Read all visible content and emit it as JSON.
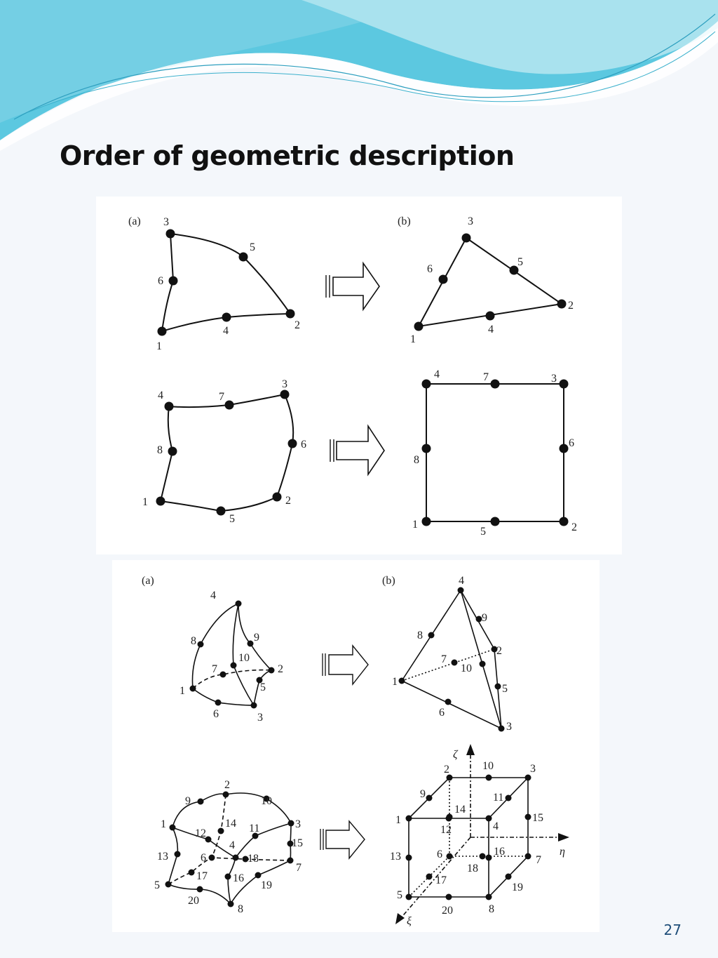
{
  "slide": {
    "title": "Order of geometric description",
    "page_number": "27",
    "colors": {
      "wave": "#4fc3dd",
      "wave_light": "#a6e3ef",
      "background": "#f4f7fb",
      "title": "#111111"
    }
  },
  "top_figure": {
    "label_a": "(a)",
    "label_b": "(b)",
    "curved_triangle": {
      "nodes": [
        "1",
        "2",
        "3",
        "4",
        "5",
        "6"
      ]
    },
    "straight_triangle": {
      "nodes": [
        "1",
        "2",
        "3",
        "4",
        "5",
        "6"
      ]
    },
    "curved_quad": {
      "nodes": [
        "1",
        "2",
        "3",
        "4",
        "5",
        "6",
        "7",
        "8"
      ]
    },
    "straight_quad": {
      "nodes": [
        "1",
        "2",
        "3",
        "4",
        "5",
        "6",
        "7",
        "8"
      ]
    }
  },
  "bottom_figure": {
    "label_a": "(a)",
    "label_b": "(b)",
    "curved_tetra": {
      "nodes": [
        "1",
        "2",
        "3",
        "4",
        "5",
        "6",
        "7",
        "8",
        "9",
        "10"
      ]
    },
    "straight_tetra": {
      "nodes": [
        "1",
        "2",
        "3",
        "4",
        "5",
        "6",
        "7",
        "8",
        "9",
        "10"
      ]
    },
    "curved_hexa": {
      "nodes": [
        "1",
        "2",
        "3",
        "4",
        "5",
        "6",
        "7",
        "8",
        "9",
        "10",
        "11",
        "12",
        "13",
        "14",
        "15",
        "16",
        "17",
        "18",
        "19",
        "20"
      ]
    },
    "straight_hexa": {
      "nodes": [
        "1",
        "2",
        "3",
        "4",
        "5",
        "6",
        "7",
        "8",
        "9",
        "10",
        "11",
        "12",
        "13",
        "14",
        "15",
        "16",
        "17",
        "18",
        "19",
        "20"
      ],
      "axes": [
        "ζ",
        "η",
        "ξ"
      ]
    }
  }
}
